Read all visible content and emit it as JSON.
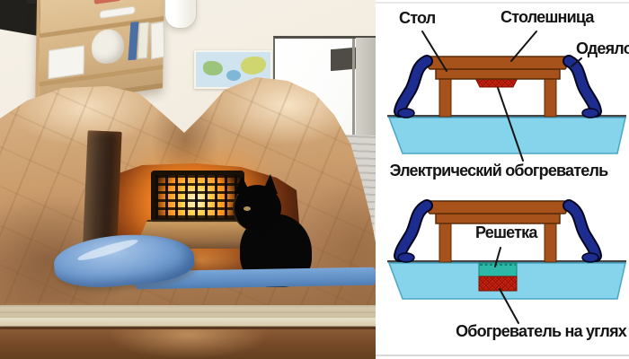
{
  "diagram": {
    "top": {
      "label_table": "Стол",
      "label_tabletop": "Столешница",
      "label_blanket": "Одеяло",
      "label_heater": "Электрический обогреватель"
    },
    "bottom": {
      "label_grate": "Решетка",
      "label_heater": "Обогреватель на углях"
    },
    "colors": {
      "wood": "#a6521a",
      "wood_outline": "#5a2a08",
      "blanket_navy": "#1d2d8f",
      "blanket_outline": "#05051e",
      "floor_blue": "#85d4ec",
      "floor_edge": "#4aa5c6",
      "heater_red": "#d42512",
      "hatch_dark_red": "#8f1205",
      "grate_teal": "#2cb9a7",
      "label_text": "#141414"
    }
  }
}
